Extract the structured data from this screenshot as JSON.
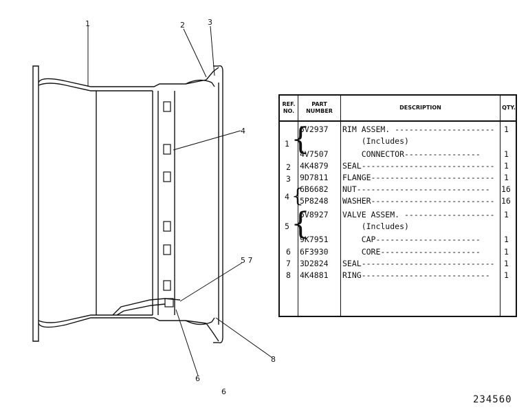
{
  "callouts": {
    "c1": "1",
    "c2": "2",
    "c3": "3",
    "c4": "4",
    "c57": "5 7",
    "c8": "8",
    "c6a": "6",
    "c6b": "6"
  },
  "table": {
    "headers": {
      "ref": "REF. NO.",
      "part": "PART NUMBER",
      "desc": "DESCRIPTION",
      "qty": "QTY."
    },
    "rows": [
      {
        "part": "5V2937",
        "desc": "RIM ASSEM. ---------------------",
        "qty": "1"
      },
      {
        "part": "",
        "desc": "    (Includes)",
        "qty": ""
      },
      {
        "part": "4V7507",
        "desc": "    CONNECTOR----------------",
        "qty": "1"
      },
      {
        "part": "4K4879",
        "desc": "SEAL----------------------------",
        "qty": "1"
      },
      {
        "part": "9D7811",
        "desc": "FLANGE--------------------------",
        "qty": "1"
      },
      {
        "part": "6B6682",
        "desc": "NUT----------------------------",
        "qty": "16"
      },
      {
        "part": "5P8248",
        "desc": "WASHER--------------------------",
        "qty": "16"
      },
      {
        "part": "5V8927",
        "desc": "VALVE ASSEM. -------------------",
        "qty": "1"
      },
      {
        "part": "",
        "desc": "    (Includes)",
        "qty": ""
      },
      {
        "part": "9K7951",
        "desc": "    CAP----------------------",
        "qty": "1"
      },
      {
        "part": "6F3930",
        "desc": "    CORE---------------------",
        "qty": "1"
      },
      {
        "part": "3D2824",
        "desc": "SEAL----------------------------",
        "qty": "1"
      },
      {
        "part": "4K4881",
        "desc": "RING---------------------------",
        "qty": "1"
      }
    ],
    "refs": [
      "1",
      "2",
      "3",
      "4",
      "5",
      "6",
      "7",
      "8"
    ]
  },
  "drawing_number": "234560"
}
